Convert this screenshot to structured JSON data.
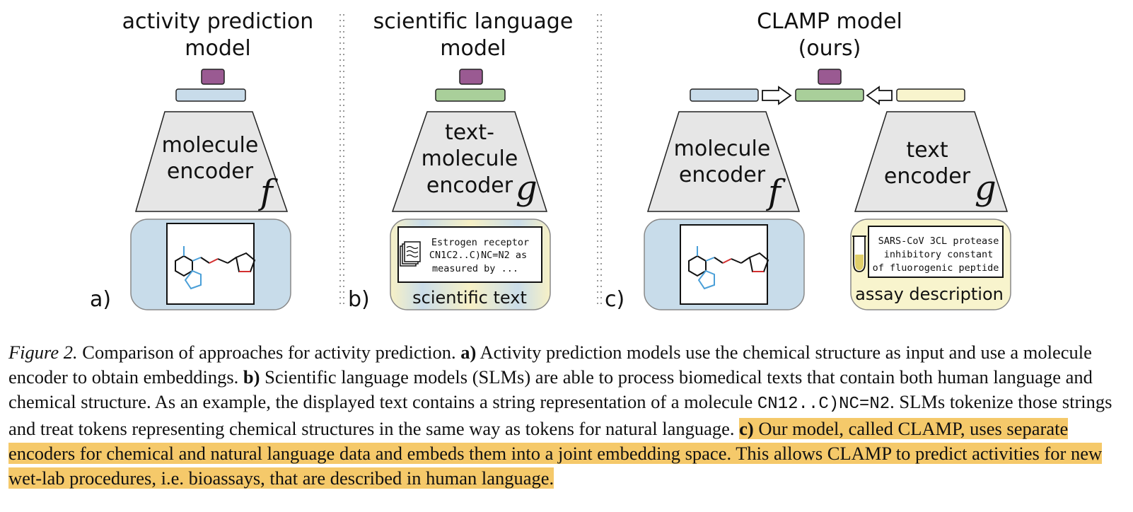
{
  "panels": {
    "a": {
      "title_line1": "activity prediction",
      "title_line2": "model",
      "encoder_line1": "molecule",
      "encoder_line2": "encoder",
      "function": "f",
      "label": "a)"
    },
    "b": {
      "title_line1": "scientific language",
      "title_line2": "model",
      "encoder_line1": "text-",
      "encoder_line2": "molecule",
      "encoder_line3": "encoder",
      "function": "g",
      "card_line1": "Estrogen receptor",
      "card_line2": "CN1C2..C)NC=N2 as",
      "card_line3": "measured by ...",
      "card_caption": "scientific text",
      "label": "b)"
    },
    "c": {
      "title_line1": "CLAMP model",
      "title_line2": "(ours)",
      "mol_encoder_line1": "molecule",
      "mol_encoder_line2": "encoder",
      "mol_function": "f",
      "text_encoder_line1": "text",
      "text_encoder_line2": "encoder",
      "text_function": "g",
      "card_line1": "SARS-CoV 3CL protease",
      "card_line2": "inhibitory constant",
      "card_line3": "of fluorogenic peptide",
      "card_caption": "assay description",
      "label": "c)"
    }
  },
  "colors": {
    "encoder_gray": "#e6e6e6",
    "embedding_blue": "#c8dcea",
    "embedding_green": "#a9cf9a",
    "embedding_yellow": "#f8f4cd",
    "output_purple": "#9a5a92",
    "highlight": "#f5c96a"
  },
  "caption": {
    "fig_label": "Figure 2.",
    "s1": " Comparison of approaches for activity prediction. ",
    "a_label": "a)",
    "s2": " Activity prediction models use the chemical structure as input and use a molecule encoder to obtain embeddings. ",
    "b_label": "b)",
    "s3": " Scientific language models (SLMs) are able to process biomedical texts that contain both human language and chemical structure. As an example, the displayed text contains a string representation of a molecule ",
    "code": "CN12..C)NC=N2",
    "s4": ". SLMs tokenize those strings and treat tokens representing chemical structures in the same way as tokens for natural language. ",
    "c_label": "c)",
    "s5": " Our model, called CLAMP, uses separate encoders for chemical and natural language data and embeds them into a joint embedding space. This allows CLAMP to predict activities for new wet-lab procedures, i.e. bioassays, that are described in human language."
  }
}
